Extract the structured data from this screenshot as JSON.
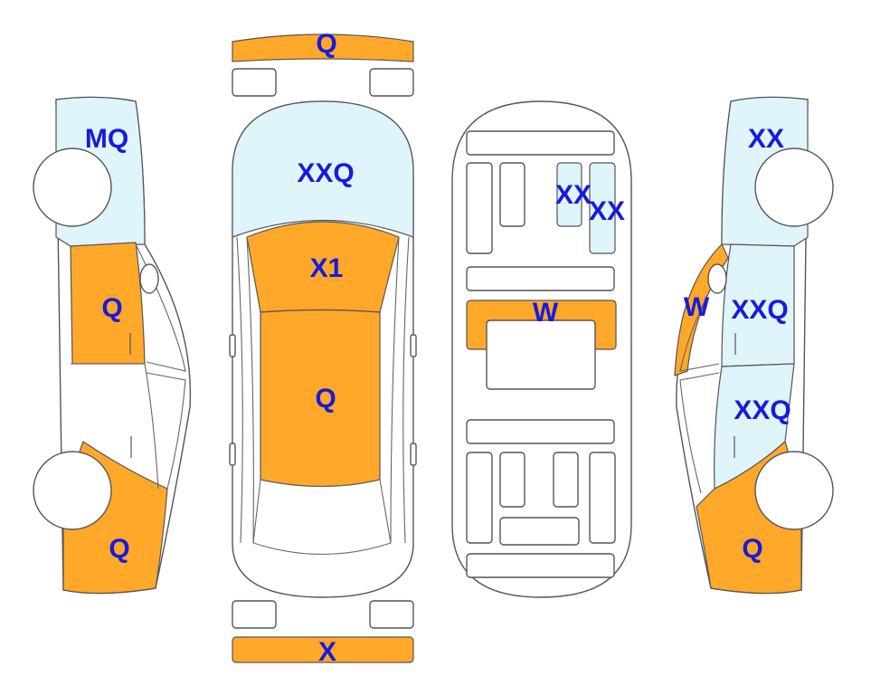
{
  "colors": {
    "orange": "#ffa82a",
    "light_blue": "#dff4fb",
    "outline": "#555555",
    "label": "#1a1adb"
  },
  "marks": {
    "front_bumper": {
      "label": "Q",
      "color": "orange"
    },
    "rear_bumper": {
      "label": "X",
      "color": "orange"
    },
    "hood": {
      "label": "XXQ",
      "color": "light_blue"
    },
    "windshield": {
      "label": "X1",
      "color": "orange"
    },
    "roof": {
      "label": "Q",
      "color": "orange"
    },
    "left_front_fender": {
      "label": "MQ",
      "color": "light_blue"
    },
    "left_front_door": {
      "label": "Q",
      "color": "orange"
    },
    "left_rear_quarter": {
      "label": "Q",
      "color": "orange"
    },
    "interior_seat_a": {
      "label": "XX",
      "color": "light_blue"
    },
    "interior_seat_b": {
      "label": "XX",
      "color": "light_blue"
    },
    "interior_console": {
      "label": "W",
      "color": "orange"
    },
    "right_front_fender": {
      "label": "XX",
      "color": "light_blue"
    },
    "right_a_pillar": {
      "label": "W",
      "color": "orange"
    },
    "right_front_door": {
      "label": "XXQ",
      "color": "light_blue"
    },
    "right_rear_door": {
      "label": "XXQ",
      "color": "light_blue"
    },
    "right_rear_quarter": {
      "label": "Q",
      "color": "orange"
    }
  }
}
